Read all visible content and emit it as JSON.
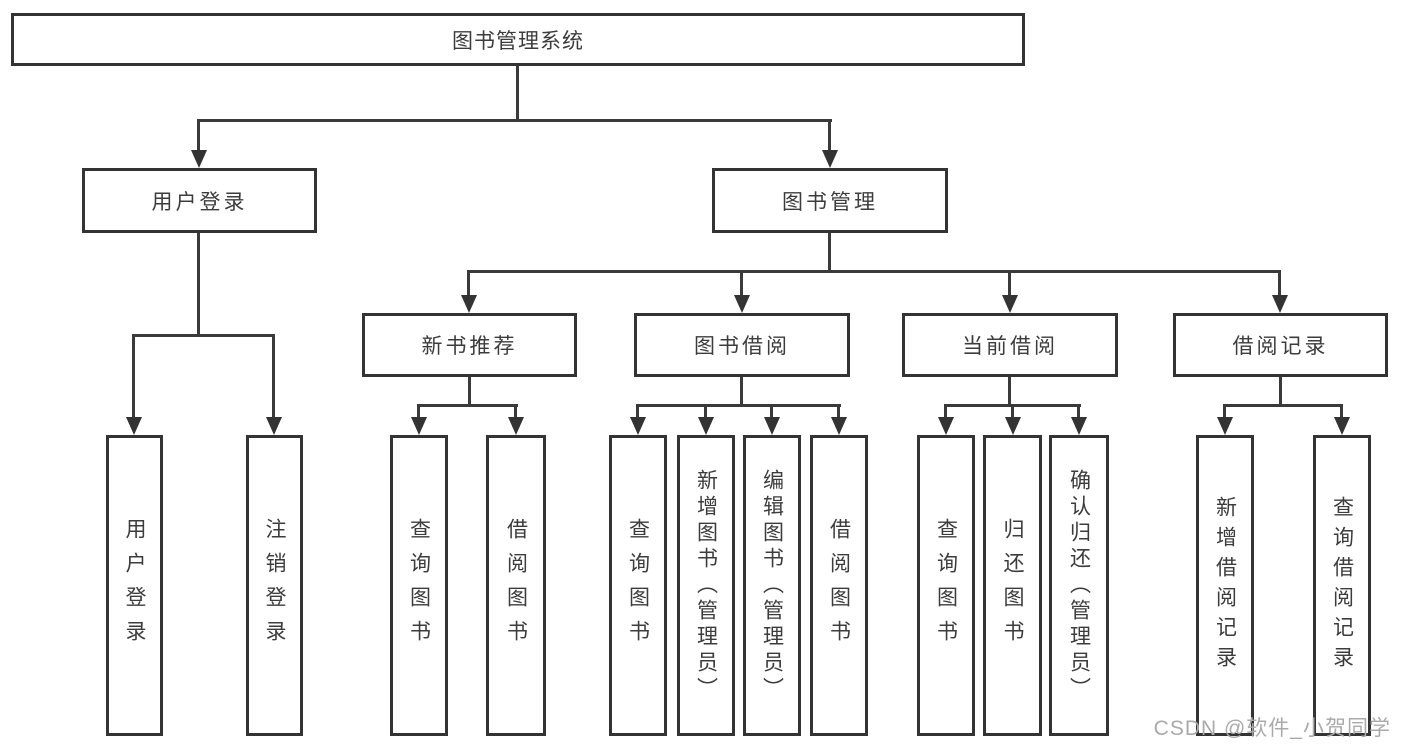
{
  "colors": {
    "line": "#3a3a3a",
    "box_border": "#333333",
    "text": "#3c3c3c",
    "watermark": "#aaaaaa",
    "background": "#ffffff"
  },
  "root": {
    "label": "图书管理系统"
  },
  "level2": {
    "user_login": {
      "label": "用户登录"
    },
    "book_mgmt": {
      "label": "图书管理"
    }
  },
  "level3": {
    "new_book_rec": {
      "label": "新书推荐"
    },
    "book_borrow": {
      "label": "图书借阅"
    },
    "current_borrow": {
      "label": "当前借阅"
    },
    "borrow_record": {
      "label": "借阅记录"
    }
  },
  "leaves": {
    "user_login": {
      "label": "用户登录"
    },
    "logout": {
      "label": "注销登录"
    },
    "rec_query_book": {
      "label": "查询图书"
    },
    "rec_borrow_book": {
      "label": "借阅图书"
    },
    "bb_query_book": {
      "label": "查询图书"
    },
    "bb_add_book": {
      "label": "新增图书（管理员）"
    },
    "bb_edit_book": {
      "label": "编辑图书（管理员）"
    },
    "bb_borrow_book": {
      "label": "借阅图书"
    },
    "cb_query_book": {
      "label": "查询图书"
    },
    "cb_return_book": {
      "label": "归还图书"
    },
    "cb_confirm_return": {
      "label": "确认归还（管理员）"
    },
    "br_add_record": {
      "label": "新增借阅记录"
    },
    "br_query_record": {
      "label": "查询借阅记录"
    }
  },
  "watermark": {
    "text": "CSDN @软件_小贺同学"
  }
}
